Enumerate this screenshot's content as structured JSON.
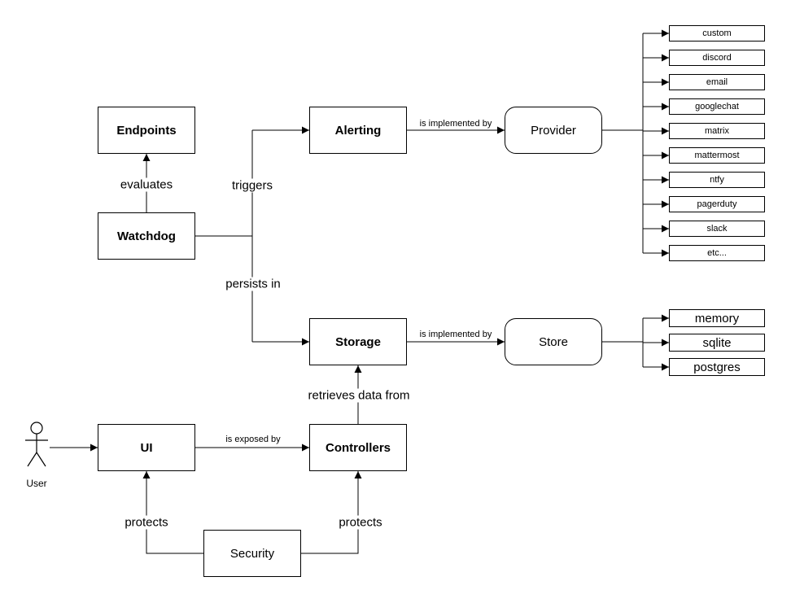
{
  "nodes": {
    "endpoints": {
      "label": "Endpoints"
    },
    "watchdog": {
      "label": "Watchdog"
    },
    "alerting": {
      "label": "Alerting"
    },
    "provider": {
      "label": "Provider"
    },
    "storage": {
      "label": "Storage"
    },
    "store": {
      "label": "Store"
    },
    "ui": {
      "label": "UI"
    },
    "controllers": {
      "label": "Controllers"
    },
    "security": {
      "label": "Security"
    },
    "user": {
      "label": "User"
    }
  },
  "edges": {
    "evaluates": "evaluates",
    "triggers": "triggers",
    "persists_in": "persists in",
    "alerting_implemented_by": "is implemented by",
    "storage_implemented_by": "is implemented by",
    "retrieves_data_from": "retrieves data from",
    "is_exposed_by": "is exposed by",
    "protects_ui": "protects",
    "protects_controllers": "protects"
  },
  "provider_targets": [
    "custom",
    "discord",
    "email",
    "googlechat",
    "matrix",
    "mattermost",
    "ntfy",
    "pagerduty",
    "slack",
    "etc..."
  ],
  "store_targets": [
    "memory",
    "sqlite",
    "postgres"
  ],
  "colors": {
    "line": "#000000",
    "box_border": "#000000",
    "background": "#ffffff",
    "text": "#000000"
  }
}
